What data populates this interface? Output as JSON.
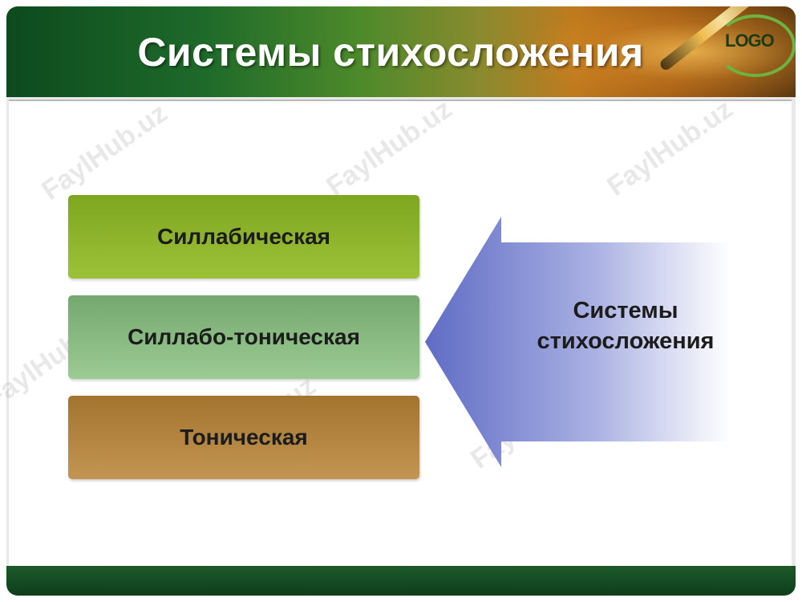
{
  "slide": {
    "title": "Системы стихосложения",
    "logo_text": "LOGO",
    "boxes": [
      {
        "label": "Силлабическая"
      },
      {
        "label": "Силлабо-тоническая"
      },
      {
        "label": "Тоническая"
      }
    ],
    "arrow": {
      "label_line1": "Системы",
      "label_line2": "стихосложения"
    },
    "watermarks": [
      "FaylHub.uz",
      "FaylHub.uz",
      "FaylHub.uz",
      "FaylHub.uz",
      "FaylHub.uz",
      "FaylHub.uz"
    ]
  },
  "colors": {
    "header_green": "#1e6a2a",
    "box_green": "#8db52c",
    "box_light_green": "#88bb80",
    "box_brown": "#b38440",
    "arrow_blue": "#6f7ccb",
    "footer_green": "#14502a"
  }
}
